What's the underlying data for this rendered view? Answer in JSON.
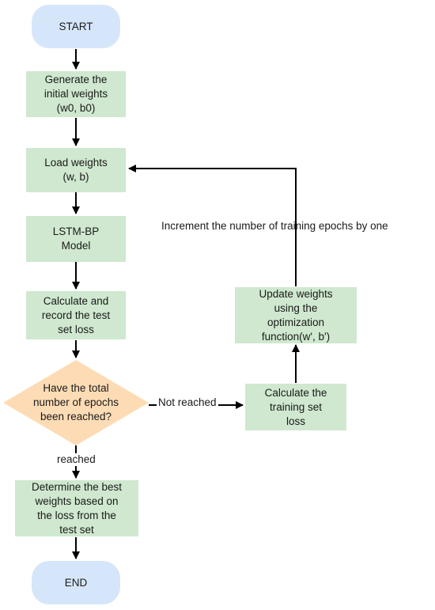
{
  "nodes": {
    "start": "START",
    "init_weights": "Generate the\ninitial weights\n(w0, b0)",
    "load_weights": "Load weights\n(w, b)",
    "model": "LSTM-BP\nModel",
    "test_loss": "Calculate and\nrecord the test\nset loss",
    "decision": "Have the total\nnumber of epochs\nbeen reached?",
    "train_loss": "Calculate the\ntraining set\nloss",
    "update": "Update weights\nusing the\noptimization\nfunction(w', b')",
    "best": "Determine the best\nweights based on\nthe loss from the\ntest set",
    "end": "END"
  },
  "edge_labels": {
    "not_reached": "Not reached",
    "reached": "reached",
    "increment": "Increment the number of training epochs by one"
  },
  "colors": {
    "process": "#cfe8cf",
    "terminal": "#d6e6fa",
    "decision": "#fddcb5",
    "line": "#000000"
  }
}
